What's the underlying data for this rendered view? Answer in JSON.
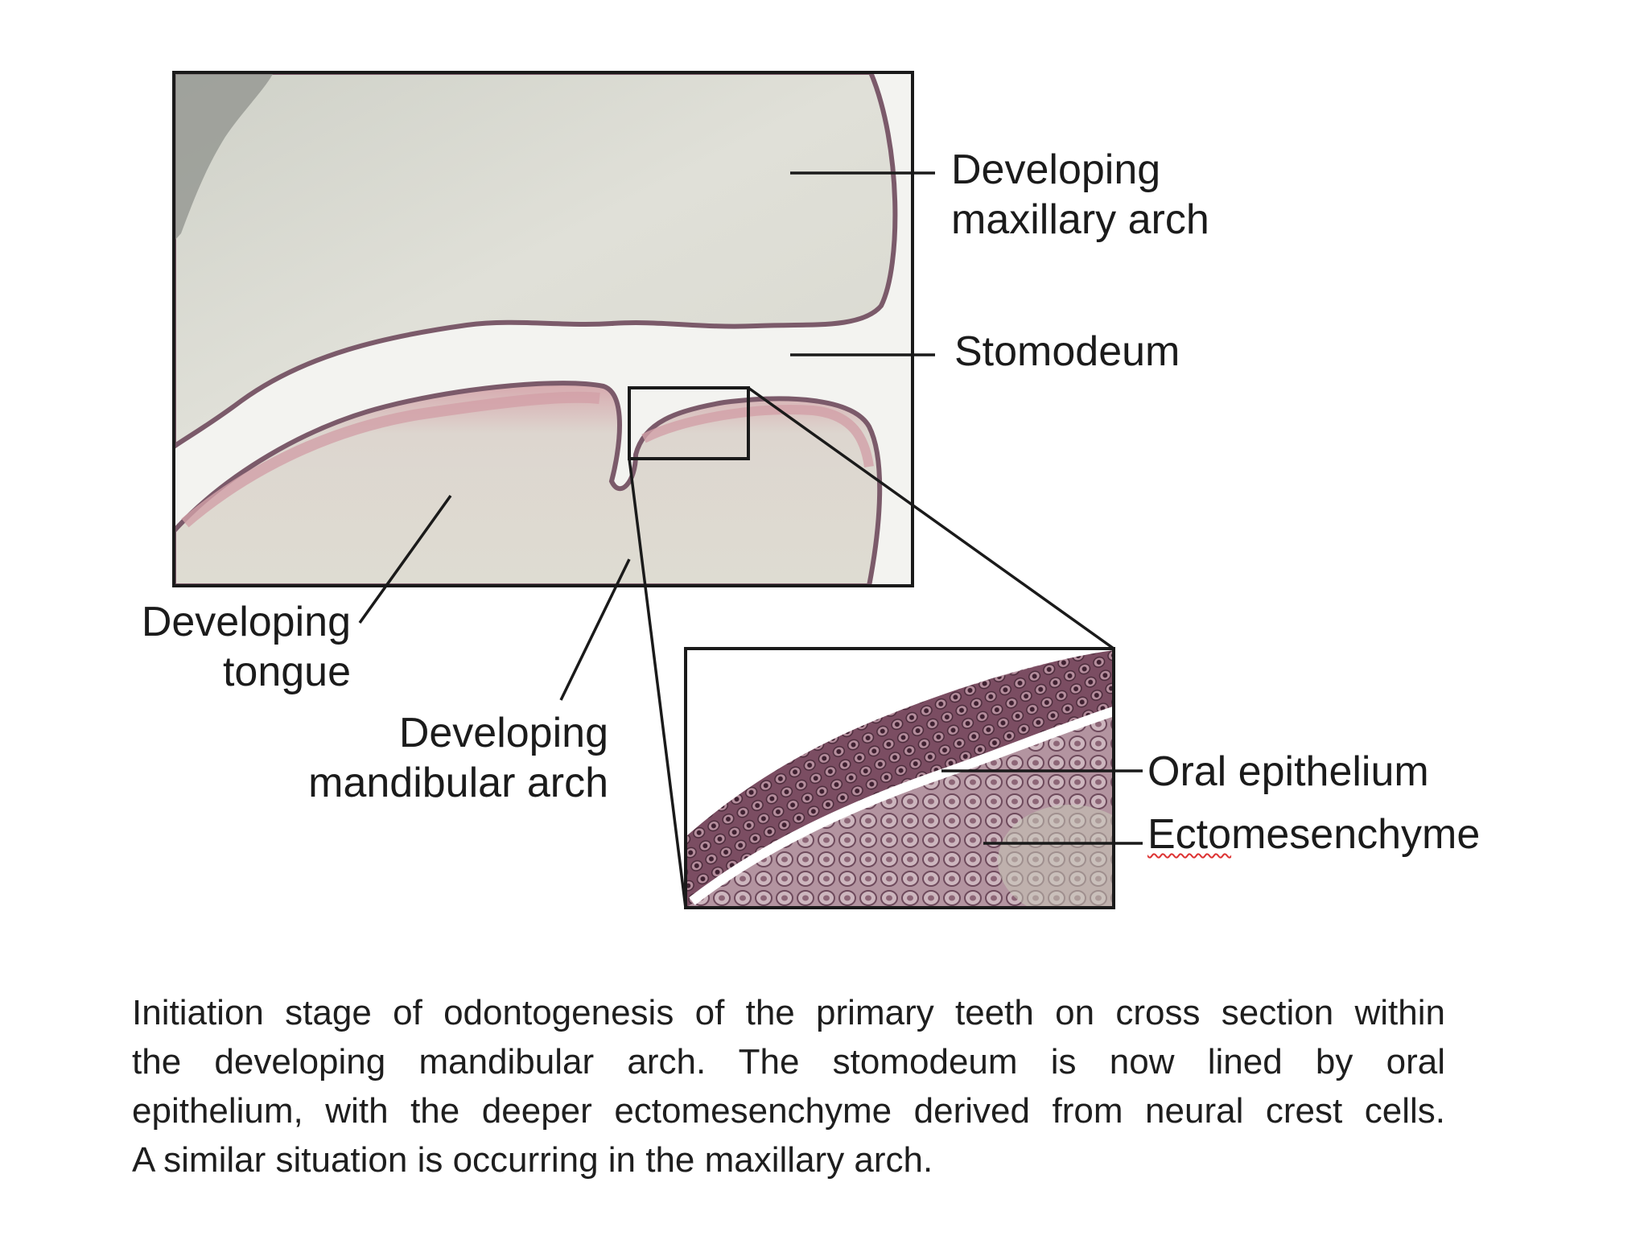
{
  "labels": {
    "maxillary_line1": "Developing",
    "maxillary_line2": "maxillary arch",
    "stomodeum": "Stomodeum",
    "tongue_line1": "Developing",
    "tongue_line2": "tongue",
    "mandibular_line1": "Developing",
    "mandibular_line2": "mandibular arch",
    "oral_epithelium": "Oral epithelium",
    "ecto_underlined": "Ecto",
    "ecto_rest": "mesenchyme"
  },
  "caption": {
    "line1": "Initiation stage of odontogenesis of the primary teeth on cross section within",
    "line2": "the developing mandibular arch. The stomodeum is now lined by oral",
    "line3": "epithelium, with the deeper ectomesenchyme derived from neural crest cells.",
    "line4": "A similar situation is occurring in the maxillary arch."
  },
  "colors": {
    "tissue_gray": "#d8d8d0",
    "tissue_pink": "#d9a7ad",
    "epithelium_purple": "#8a5a72",
    "cells_mauve": "#a07888",
    "outline": "#1a1a1a"
  }
}
